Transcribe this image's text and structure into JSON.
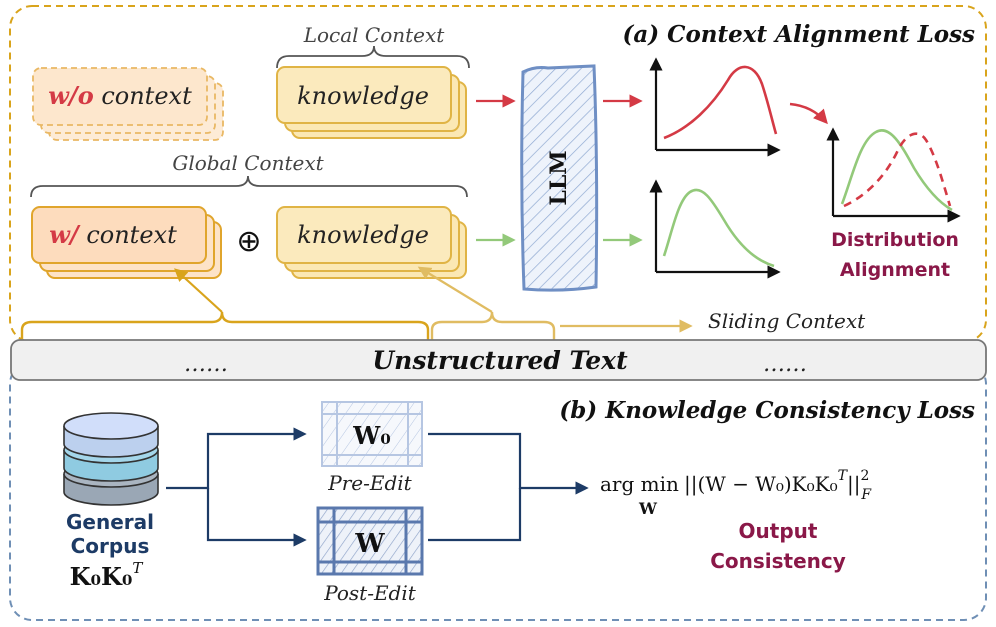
{
  "section_a": {
    "title": "(a) Context Alignment Loss",
    "local_context": "Local Context",
    "global_context": "Global Context",
    "wo_prefix": "w/o",
    "wo_suffix": " context",
    "w_prefix": "w/",
    "w_suffix": " context",
    "knowledge_top": "knowledge",
    "knowledge_bottom": "knowledge",
    "oplus": "⊕",
    "llm": "LLM",
    "distribution_line1": "Distribution",
    "distribution_line2": "Alignment",
    "sliding_context": "Sliding Context"
  },
  "text_bar": {
    "left_dots": "……",
    "label": "Unstructured  Text",
    "right_dots": "……"
  },
  "section_b": {
    "title": "(b) Knowledge Consistency Loss",
    "corpus_line1": "General",
    "corpus_line2": "Corpus",
    "corpus_math": "K₀K₀",
    "corpus_sup": "T",
    "pre_matrix": "W₀",
    "pre_label": "Pre-Edit",
    "post_matrix": "W",
    "post_label": "Post-Edit",
    "formula_arg": "arg min",
    "formula_sub": "W",
    "formula_body": "||(W − W₀)K₀K₀",
    "formula_sup_t": "T",
    "formula_end": "||",
    "formula_sup2": "2",
    "formula_subF": "F",
    "output_line1": "Output",
    "output_line2": "Consistency"
  },
  "colors": {
    "gold": "#d9a41c",
    "blue_dash": "#6f8fb5",
    "red": "#d43a45",
    "green": "#93c97a",
    "crimson": "#8a1848",
    "navy": "#1d3b66",
    "knowledge_fill": "#fbe8b4",
    "knowledge_stroke": "#e0b445",
    "context_fill": "#fde3c8"
  }
}
